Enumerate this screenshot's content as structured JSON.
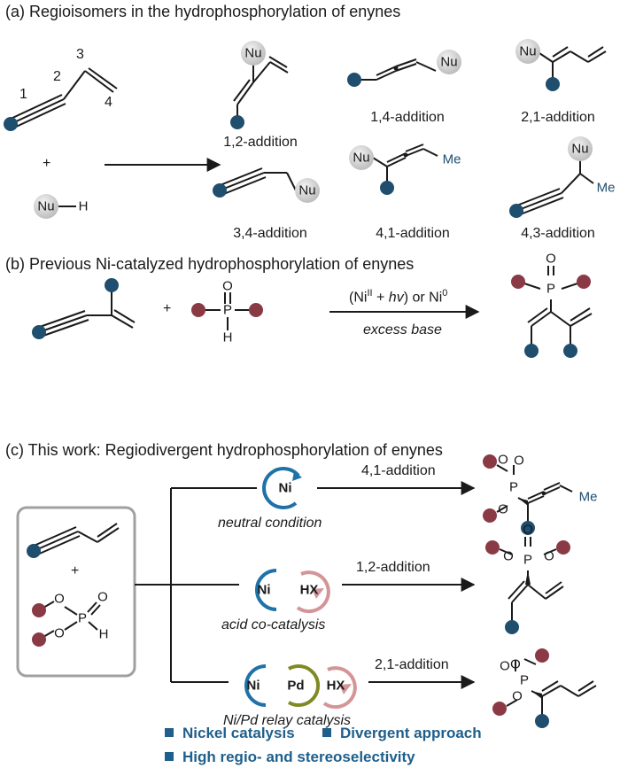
{
  "sections": {
    "a": "(a) Regioisomers in the hydrophosphorylation of enynes",
    "b": "(b) Previous Ni-catalyzed hydrophosphorylation of enynes",
    "c": "(c) This work: Regiodivergent hydrophosphorylation of enynes"
  },
  "atoms": {
    "nu": "Nu",
    "h": "H",
    "p": "P",
    "o": "O",
    "me": "Me"
  },
  "enyne_numbers": [
    "1",
    "2",
    "3",
    "4"
  ],
  "plus": "+",
  "addition_labels": {
    "a12": "1,2-addition",
    "a14": "1,4-addition",
    "a21": "2,1-addition",
    "a34": "3,4-addition",
    "a41": "4,1-addition",
    "a43": "4,3-addition"
  },
  "previous": {
    "cond_pre": "(Ni",
    "cond_sup1": "II",
    "cond_mid": " + ",
    "cond_hv": "hv",
    "cond_post": ") or Ni",
    "cond_sup2": "0",
    "base": "excess base"
  },
  "catalysts": {
    "ni": "Ni",
    "pd": "Pd",
    "hx": "HX"
  },
  "this_work": {
    "path1_label": "4,1-addition",
    "path1_cond": "neutral condition",
    "path2_label": "1,2-addition",
    "path2_cond": "acid co-catalysis",
    "path3_label": "2,1-addition",
    "path3_cond": "Ni/Pd relay catalysis"
  },
  "highlights": [
    "Nickel catalysis",
    "Divergent approach",
    "High regio- and stereoselectivity"
  ],
  "colors": {
    "navy": "#1f4e6e",
    "maroon": "#8a3a44",
    "ni_ring": "#1f72a8",
    "hx_ring": "#d49597",
    "pd_ring": "#7f8a22",
    "highlight": "#1e5f8c",
    "box": "#a0a0a0",
    "nu_ball": "#d6d6d6"
  }
}
